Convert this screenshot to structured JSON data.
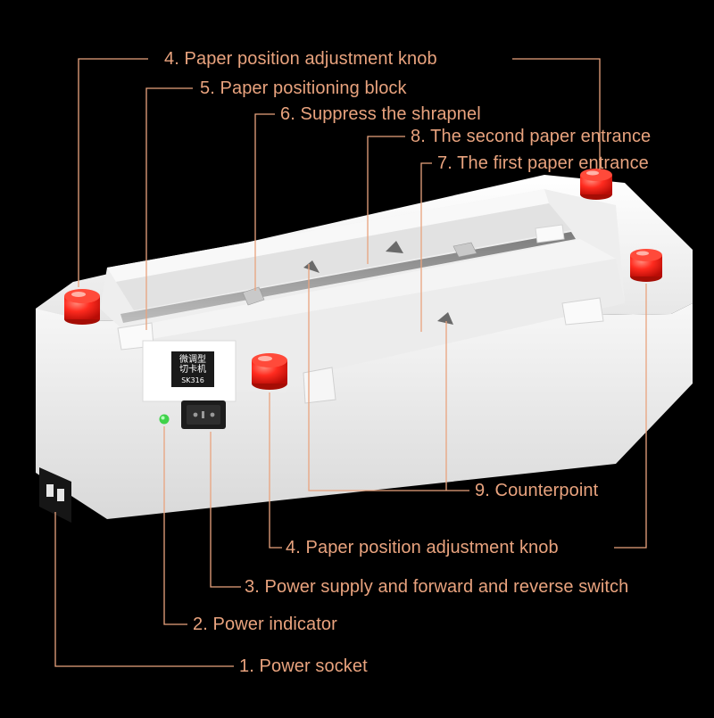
{
  "labels": {
    "knob_top": "4. Paper position adjustment knob",
    "positioning_block": "5. Paper positioning block",
    "shrapnel": "6. Suppress the shrapnel",
    "second_entrance": "8. The second paper entrance",
    "first_entrance": "7. The first paper entrance",
    "counterpoint": "9. Counterpoint",
    "knob_bottom": "4. Paper position adjustment knob",
    "switch": "3. Power supply and forward and reverse switch",
    "indicator": "2. Power indicator",
    "socket": "1. Power socket"
  },
  "device_badge": {
    "line1": "微调型",
    "line2": "切卡机",
    "model": "SK316"
  },
  "colors": {
    "label": "#e9a37e",
    "leader": "#e9a37e",
    "knob": "#ff2a2a",
    "body": "#f2f2f2",
    "indicator": "#3fd24a"
  }
}
